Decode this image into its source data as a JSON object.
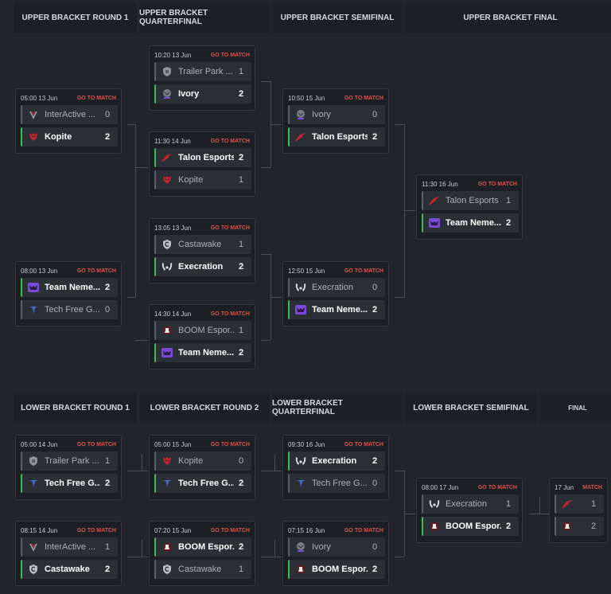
{
  "headers": {
    "ub_r1": "UPPER BRACKET ROUND 1",
    "ub_qf": "UPPER BRACKET QUARTERFINAL",
    "ub_sf": "UPPER BRACKET SEMIFINAL",
    "ub_f": "UPPER BRACKET FINAL",
    "lb_r1": "LOWER BRACKET ROUND 1",
    "lb_r2": "LOWER BRACKET ROUND 2",
    "lb_qf": "LOWER BRACKET QUARTERFINAL",
    "lb_sf": "LOWER BRACKET SEMIFINAL",
    "final": "FINAL"
  },
  "labels": {
    "go_to_match": "GO TO MATCH",
    "match": "MATCH"
  },
  "colors": {
    "win": "#3fbf52",
    "go_to_match": "#e0524b",
    "bg": "#22262b",
    "card": "#1c2024"
  },
  "matches": [
    {
      "id": "ubr1-1",
      "time": "05:00  13 Jun",
      "link": "GO TO MATCH",
      "t1": {
        "name": "InterActive ...",
        "score": "0",
        "logo": "interactive-logo",
        "win": false
      },
      "t2": {
        "name": "Kopite",
        "score": "2",
        "logo": "kopite-logo",
        "win": true
      }
    },
    {
      "id": "ubr1-2",
      "time": "08:00  13 Jun",
      "link": "GO TO MATCH",
      "t1": {
        "name": "Team Neme...",
        "score": "2",
        "logo": "nemesis-logo",
        "win": true
      },
      "t2": {
        "name": "Tech Free G...",
        "score": "0",
        "logo": "techfree-logo",
        "win": false
      }
    },
    {
      "id": "ubqf-1",
      "time": "10:20  13 Jun",
      "link": "GO TO MATCH",
      "t1": {
        "name": "Trailer Park ...",
        "score": "1",
        "logo": "trailerpark-logo",
        "win": false
      },
      "t2": {
        "name": "Ivory",
        "score": "2",
        "logo": "ivory-logo",
        "win": true
      }
    },
    {
      "id": "ubqf-2",
      "time": "11:30  14 Jun",
      "link": "GO TO MATCH",
      "t1": {
        "name": "Talon Esports",
        "score": "2",
        "logo": "talon-logo",
        "win": true
      },
      "t2": {
        "name": "Kopite",
        "score": "1",
        "logo": "kopite-logo",
        "win": false
      }
    },
    {
      "id": "ubqf-3",
      "time": "13:05  13 Jun",
      "link": "GO TO MATCH",
      "t1": {
        "name": "Castawake",
        "score": "1",
        "logo": "castawake-logo",
        "win": false
      },
      "t2": {
        "name": "Execration",
        "score": "2",
        "logo": "execration-logo",
        "win": true
      }
    },
    {
      "id": "ubqf-4",
      "time": "14:30  14 Jun",
      "link": "GO TO MATCH",
      "t1": {
        "name": "BOOM Espor...",
        "score": "1",
        "logo": "boom-logo",
        "win": false
      },
      "t2": {
        "name": "Team Neme...",
        "score": "2",
        "logo": "nemesis-logo",
        "win": true
      }
    },
    {
      "id": "ubsf-1",
      "time": "10:50  15 Jun",
      "link": "GO TO MATCH",
      "t1": {
        "name": "Ivory",
        "score": "0",
        "logo": "ivory-logo",
        "win": false
      },
      "t2": {
        "name": "Talon Esports",
        "score": "2",
        "logo": "talon-logo",
        "win": true
      }
    },
    {
      "id": "ubsf-2",
      "time": "12:50  15 Jun",
      "link": "GO TO MATCH",
      "t1": {
        "name": "Execration",
        "score": "0",
        "logo": "execration-logo",
        "win": false
      },
      "t2": {
        "name": "Team Neme...",
        "score": "2",
        "logo": "nemesis-logo",
        "win": true
      }
    },
    {
      "id": "ubf",
      "time": "11:30  16 Jun",
      "link": "GO TO MATCH",
      "t1": {
        "name": "Talon Esports",
        "score": "1",
        "logo": "talon-logo",
        "win": false
      },
      "t2": {
        "name": "Team Neme...",
        "score": "2",
        "logo": "nemesis-logo",
        "win": true
      }
    },
    {
      "id": "lbr1-1",
      "time": "05:00  14 Jun",
      "link": "GO TO MATCH",
      "t1": {
        "name": "Trailer Park ...",
        "score": "1",
        "logo": "trailerpark-logo",
        "win": false
      },
      "t2": {
        "name": "Tech Free G...",
        "score": "2",
        "logo": "techfree-logo",
        "win": true
      }
    },
    {
      "id": "lbr1-2",
      "time": "08:15  14 Jun",
      "link": "GO TO MATCH",
      "t1": {
        "name": "InterActive ...",
        "score": "1",
        "logo": "interactive-logo",
        "win": false
      },
      "t2": {
        "name": "Castawake",
        "score": "2",
        "logo": "castawake-logo",
        "win": true
      }
    },
    {
      "id": "lbr2-1",
      "time": "05:00  15 Jun",
      "link": "GO TO MATCH",
      "t1": {
        "name": "Kopite",
        "score": "0",
        "logo": "kopite-logo",
        "win": false
      },
      "t2": {
        "name": "Tech Free G...",
        "score": "2",
        "logo": "techfree-logo",
        "win": true
      }
    },
    {
      "id": "lbr2-2",
      "time": "07:20  15 Jun",
      "link": "GO TO MATCH",
      "t1": {
        "name": "BOOM Espor...",
        "score": "2",
        "logo": "boom-logo",
        "win": true
      },
      "t2": {
        "name": "Castawake",
        "score": "1",
        "logo": "castawake-logo",
        "win": false
      }
    },
    {
      "id": "lbqf-1",
      "time": "09:30  16 Jun",
      "link": "GO TO MATCH",
      "t1": {
        "name": "Execration",
        "score": "2",
        "logo": "execration-logo",
        "win": true
      },
      "t2": {
        "name": "Tech Free G...",
        "score": "0",
        "logo": "techfree-logo",
        "win": false
      }
    },
    {
      "id": "lbqf-2",
      "time": "07:15  16 Jun",
      "link": "GO TO MATCH",
      "t1": {
        "name": "Ivory",
        "score": "0",
        "logo": "ivory-logo",
        "win": false
      },
      "t2": {
        "name": "BOOM Espor...",
        "score": "2",
        "logo": "boom-logo",
        "win": true
      }
    },
    {
      "id": "lbsf",
      "time": "08:00  17 Jun",
      "link": "GO TO MATCH",
      "t1": {
        "name": "Execration",
        "score": "1",
        "logo": "execration-logo",
        "win": false
      },
      "t2": {
        "name": "BOOM Espor...",
        "score": "2",
        "logo": "boom-logo",
        "win": true
      }
    },
    {
      "id": "final",
      "time": "17 Jun",
      "link": "MATCH",
      "t1": {
        "name": "",
        "score": "1",
        "logo": "talon-logo",
        "win": false
      },
      "t2": {
        "name": "",
        "score": "2",
        "logo": "boom-logo",
        "win": false
      }
    }
  ]
}
